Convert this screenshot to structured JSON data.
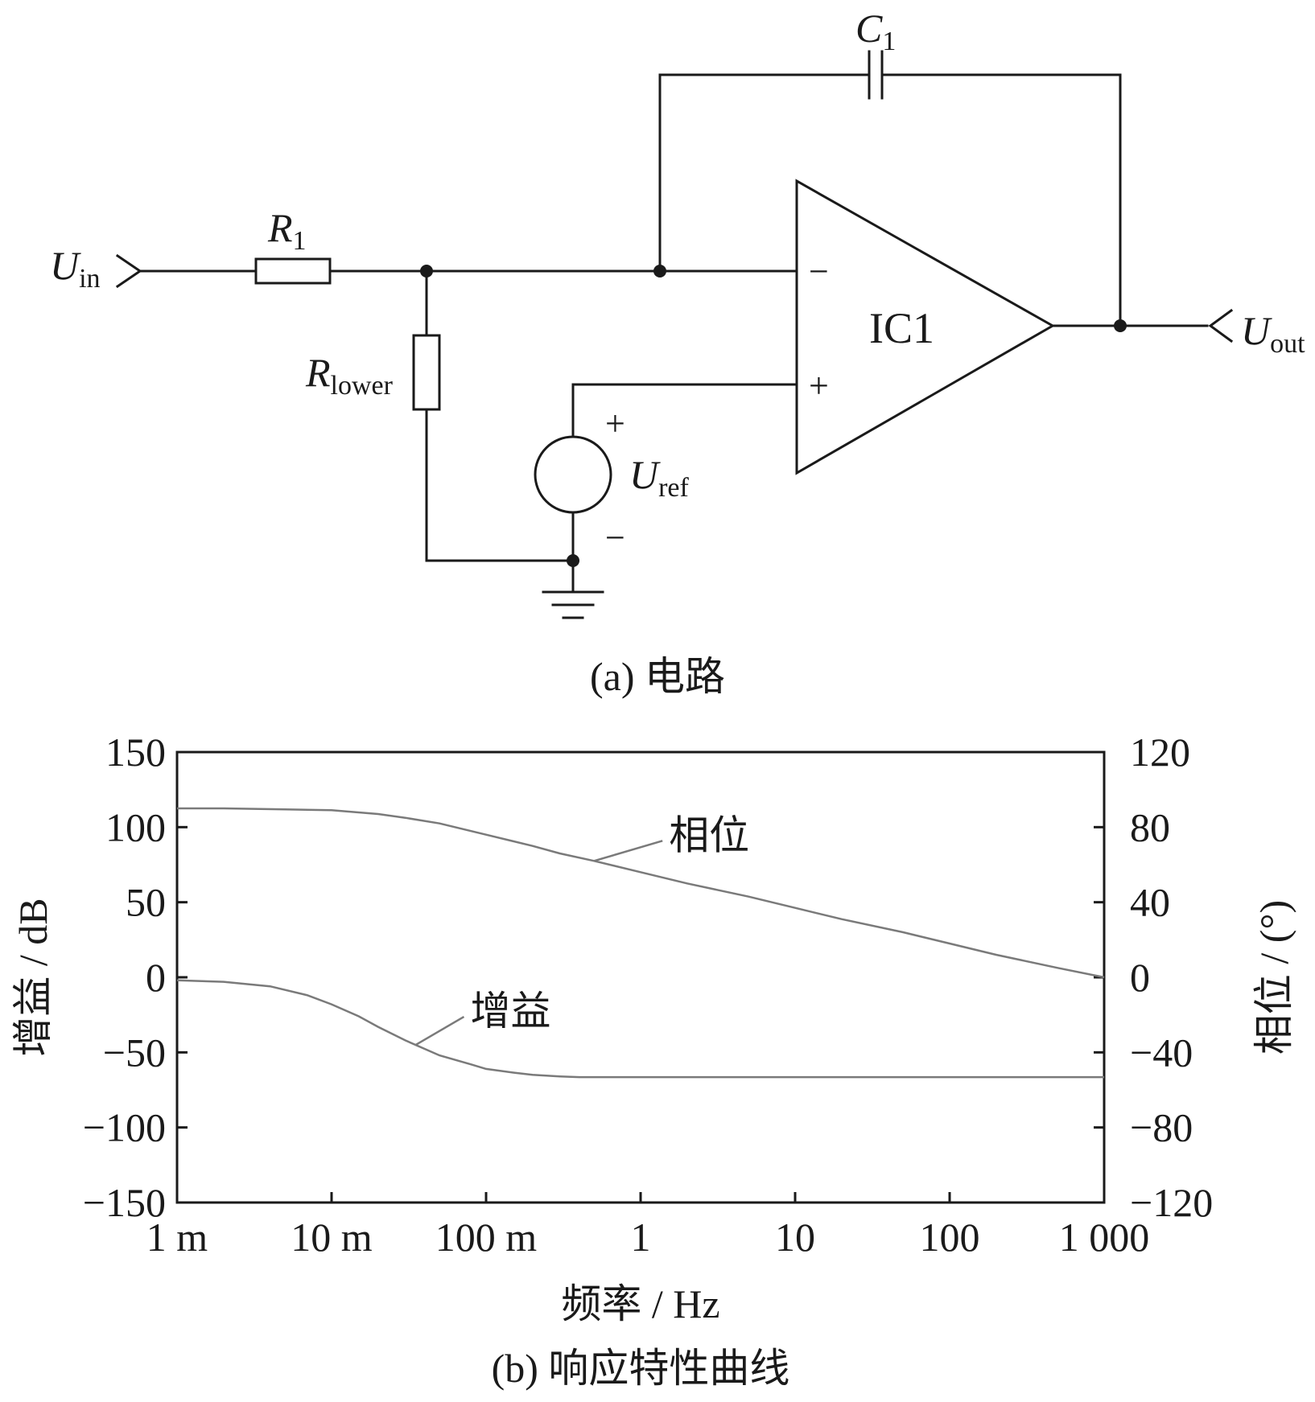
{
  "circuit": {
    "caption": "(a)  电路",
    "labels": {
      "uin_main": "U",
      "uin_sub": "in",
      "r1_main": "R",
      "r1_sub": "1",
      "rlower_main": "R",
      "rlower_sub": "lower",
      "c1_main": "C",
      "c1_sub": "1",
      "ic_label": "IC1",
      "uout_main": "U",
      "uout_sub": "out",
      "uref_main": "U",
      "uref_sub": "ref",
      "minus_input": "−",
      "plus_input": "+",
      "uref_plus": "+",
      "uref_minus": "−"
    }
  },
  "chart_data": {
    "type": "line",
    "caption": "(b)  响应特性曲线",
    "xlabel": "频率 / Hz",
    "ylabel_left": "增益 / dB",
    "ylabel_right": "相位 / (°)",
    "x_scale": "log",
    "xlim": [
      0.001,
      1000
    ],
    "x_ticks": [
      {
        "value": 0.001,
        "label": "1 m"
      },
      {
        "value": 0.01,
        "label": "10 m"
      },
      {
        "value": 0.1,
        "label": "100 m"
      },
      {
        "value": 1,
        "label": "1"
      },
      {
        "value": 10,
        "label": "10"
      },
      {
        "value": 100,
        "label": "100"
      },
      {
        "value": 1000,
        "label": "1 000"
      }
    ],
    "ylim_left": [
      -150,
      150
    ],
    "y_ticks_left": [
      {
        "value": 150,
        "label": "150"
      },
      {
        "value": 100,
        "label": "100"
      },
      {
        "value": 50,
        "label": "50"
      },
      {
        "value": 0,
        "label": "0"
      },
      {
        "value": -50,
        "label": "−50"
      },
      {
        "value": -100,
        "label": "−100"
      },
      {
        "value": -150,
        "label": "−150"
      }
    ],
    "ylim_right": [
      -120,
      120
    ],
    "y_ticks_right": [
      {
        "value": 120,
        "label": "120"
      },
      {
        "value": 80,
        "label": "80"
      },
      {
        "value": 40,
        "label": "40"
      },
      {
        "value": 0,
        "label": "0"
      },
      {
        "value": -40,
        "label": "−40"
      },
      {
        "value": -80,
        "label": "−80"
      },
      {
        "value": -120,
        "label": "−120"
      }
    ],
    "grid": false,
    "series": [
      {
        "name": "相位",
        "axis": "right",
        "color": "#7a7a7a",
        "x": [
          0.001,
          0.002,
          0.005,
          0.01,
          0.02,
          0.03,
          0.05,
          0.1,
          0.2,
          0.3,
          0.5,
          1,
          2,
          5,
          10,
          20,
          50,
          100,
          200,
          500,
          1000
        ],
        "y": [
          90,
          90,
          89.5,
          89,
          87,
          85,
          82,
          76,
          70,
          66,
          62,
          56,
          50,
          43,
          37,
          31,
          24,
          18,
          12,
          5,
          0
        ]
      },
      {
        "name": "增益",
        "axis": "left",
        "color": "#7a7a7a",
        "x": [
          0.001,
          0.002,
          0.004,
          0.007,
          0.01,
          0.015,
          0.02,
          0.03,
          0.05,
          0.08,
          0.1,
          0.15,
          0.2,
          0.3,
          0.4,
          0.5,
          1,
          10,
          100,
          1000
        ],
        "y": [
          -2,
          -3,
          -6,
          -12,
          -18,
          -26,
          -33,
          -42,
          -52,
          -58,
          -61,
          -63.5,
          -65,
          -66,
          -66.5,
          -66.5,
          -66.5,
          -66.5,
          -66.5,
          -66.5
        ]
      }
    ]
  }
}
